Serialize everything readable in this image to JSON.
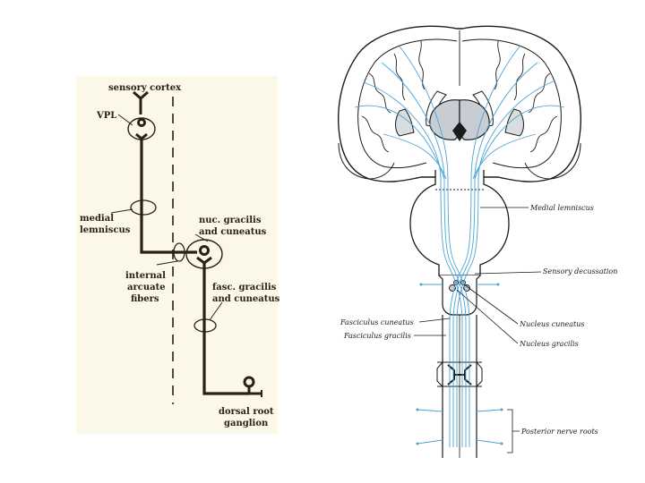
{
  "left_diagram": {
    "background": "#fbf8e8",
    "path_color": "#2a2014",
    "labels": {
      "sensory_cortex": "sensory cortex",
      "vpl": "VPL",
      "medial_lemniscus_1": "medial",
      "medial_lemniscus_2": "lemniscus",
      "nuc_gracilis_1": "nuc. gracilis",
      "nuc_gracilis_2": "and cuneatus",
      "internal_arcuate_1": "internal",
      "internal_arcuate_2": "arcuate",
      "internal_arcuate_3": "fibers",
      "fasc_gracilis_1": "fasc. gracilis",
      "fasc_gracilis_2": "and cuneatus",
      "dorsal_root_1": "dorsal root",
      "dorsal_root_2": "ganglion"
    }
  },
  "right_diagram": {
    "fiber_color": "#4aa3d6",
    "labels": {
      "medial_lemniscus": "Medial lemniscus",
      "sensory_decussation": "Sensory decussation",
      "fasciculus_cuneatus": "Fasciculus cuneatus",
      "nucleus_cuneatus": "Nucleus cuneatus",
      "fasciculus_gracilis": "Fasciculus gracilis",
      "nucleus_gracilis": "Nucleus gracilis",
      "posterior_nerve_roots": "Posterior nerve roots"
    }
  }
}
